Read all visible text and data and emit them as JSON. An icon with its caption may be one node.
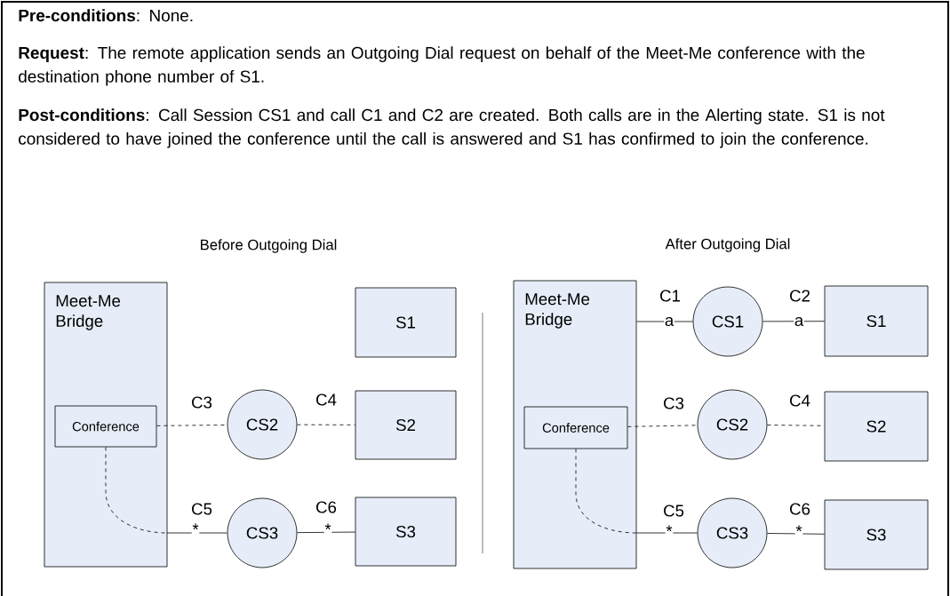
{
  "diagram": {
    "nodes": [
      {
        "text": [
          "Meet-Me Bridge"
        ]
      },
      {
        "text": [
          "Conference"
        ],
        "in": 0
      },
      {
        "text": [
          "CS2"
        ]
      },
      {
        "text": [
          "CS3"
        ]
      },
      {
        "text": [
          "S1"
        ]
      },
      {
        "text": [
          "S2"
        ]
      },
      {
        "text": [
          "S3"
        ]
      },
      {
        "text": [
          "Meet-Me Bridge"
        ]
      },
      {
        "text": [
          "Conference"
        ],
        "in": 7
      },
      {
        "text": [
          "CS1"
        ]
      },
      {
        "text": [
          "CS2"
        ]
      },
      {
        "text": [
          "CS3"
        ]
      },
      {
        "text": [
          "S1"
        ]
      },
      {
        "text": [
          "S2"
        ]
      },
      {
        "text": [
          "S3"
        ]
      }
    ],
    "edges": [
      {
        "from": 1,
        "to": 2,
        "arrow": "none",
        "label": "C3",
        "style": "dashed"
      },
      {
        "from": 2,
        "to": 5,
        "arrow": "none",
        "label": "C4",
        "style": "dashed"
      },
      {
        "from": 1,
        "to": 3,
        "arrow": "none",
        "label": "C5",
        "style": "dashed"
      },
      {
        "from": 3,
        "to": 6,
        "arrow": "none",
        "label": "C6"
      },
      {
        "from": 7,
        "to": 9,
        "arrow": "none",
        "label": "C1"
      },
      {
        "from": 9,
        "to": 12,
        "arrow": "none",
        "label": "C2"
      },
      {
        "from": 8,
        "to": 10,
        "arrow": "none",
        "label": "C3",
        "style": "dashed"
      },
      {
        "from": 10,
        "to": 13,
        "arrow": "none",
        "label": "C4",
        "style": "dashed"
      },
      {
        "from": 8,
        "to": 11,
        "arrow": "none",
        "label": "C5",
        "style": "dashed"
      },
      {
        "from": 11,
        "to": 14,
        "arrow": "none",
        "label": "C6"
      }
    ],
    "labels": [
      "**Pre-conditions**: None.",
      "**Request**: The remote application sends an Outgoing Dial request on behalf of the Meet-Me conference with the destination phone number of S1.",
      "**Post-conditions**: Call Session CS1 and call C1 and C2 are created. Both calls are in the Alerting state. S1 is not considered to have joined the conference until the call is answered and S1 has confirmed to join the conference.",
      "Before Outgoing Dial",
      "After Outgoing Dial",
      "*",
      "*",
      "a",
      "a",
      "*",
      "*"
    ]
  }
}
